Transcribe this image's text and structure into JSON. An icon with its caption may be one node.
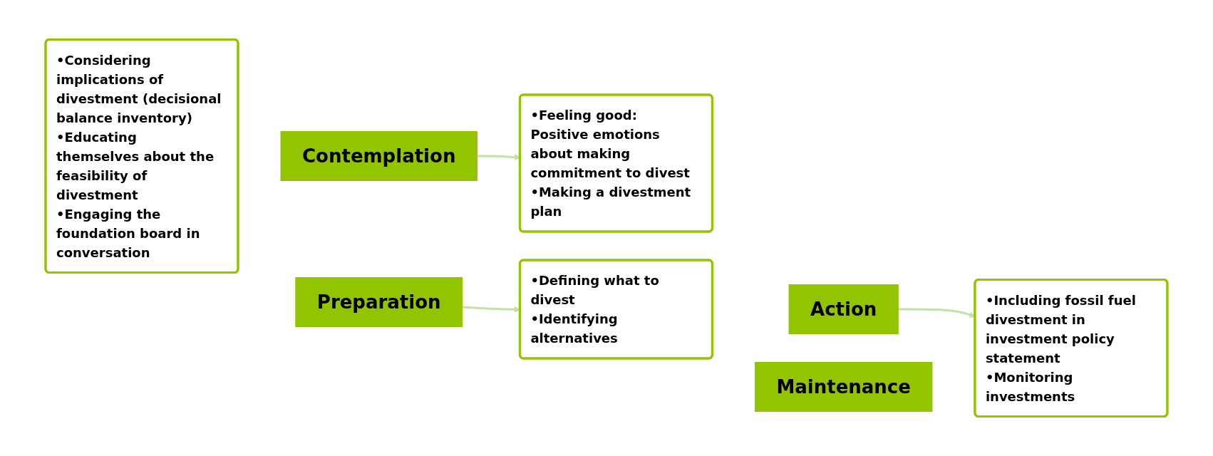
{
  "diagram": {
    "nodes": [
      {
        "text": [
          "•Considering implications of divestment (decisional balance inventory)",
          "•Educating themselves about the feasibility of divestment",
          "•Engaging the foundation board in conversation"
        ]
      },
      {
        "text": [
          "Contemplation"
        ]
      },
      {
        "text": [
          "Preparation"
        ]
      },
      {
        "text": [
          "•Feeling good: Positive emotions about making commitment to divest",
          "•Making a divestment plan"
        ]
      },
      {
        "text": [
          "•Defining what to divest",
          "•Identifying alternatives"
        ]
      },
      {
        "text": [
          "Action"
        ]
      },
      {
        "text": [
          "Maintenance"
        ]
      },
      {
        "text": [
          "•Including fossil fuel divestment in investment policy statement",
          "•Monitoring investments"
        ]
      }
    ],
    "edges": [
      {
        "from": 1,
        "to": 3,
        "arrow": "to"
      },
      {
        "from": 2,
        "to": 4,
        "arrow": "to"
      },
      {
        "from": 5,
        "to": 7,
        "arrow": "to"
      }
    ]
  }
}
